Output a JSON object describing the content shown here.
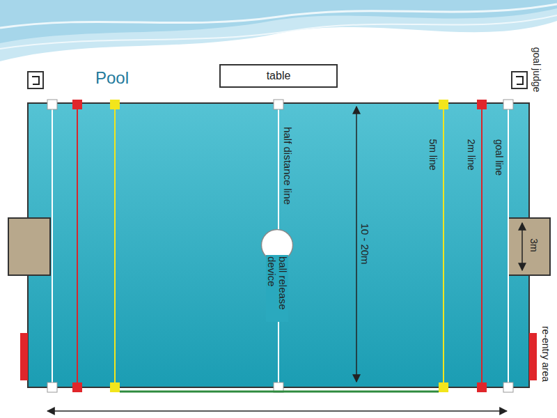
{
  "diagram": {
    "title": "Pool",
    "nodes": [
      {
        "text": [
          "table"
        ]
      },
      {
        "text": [
          "ball release device"
        ]
      },
      {
        "text": [
          "3m"
        ]
      }
    ],
    "labels": [
      "goal judge",
      "half distance line",
      "10 - 20m",
      "5m line",
      "2m line",
      "goal line",
      "re-entry area"
    ]
  }
}
